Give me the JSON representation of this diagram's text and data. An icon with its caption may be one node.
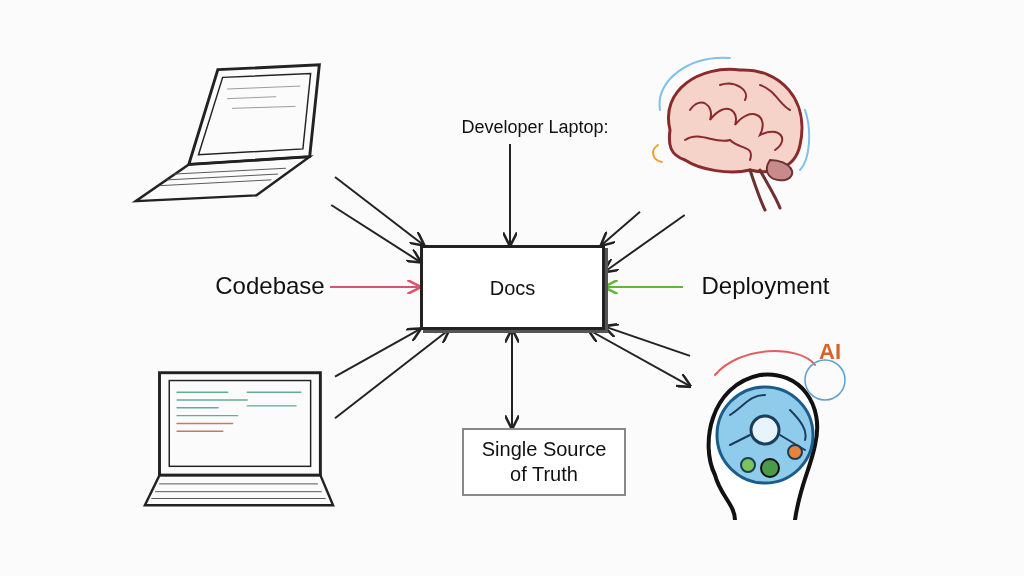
{
  "diagram": {
    "nodes": [
      {
        "text": [],
        "shape": "picture"
      },
      {
        "text": [
          "Developer Laptop:"
        ]
      },
      {
        "text": [],
        "shape": "picture"
      },
      {
        "text": [
          "Codebase"
        ]
      },
      {
        "text": [
          "Docs"
        ]
      },
      {
        "text": [
          "Deployment"
        ]
      },
      {
        "text": [],
        "shape": "picture"
      },
      {
        "text": [
          "Single Source of Truth"
        ]
      },
      {
        "text": [
          "AI"
        ]
      }
    ],
    "edges": [
      {
        "from": 0,
        "to": 4,
        "arrow": "to"
      },
      {
        "from": 0,
        "to": 4,
        "arrow": "to"
      },
      {
        "from": 1,
        "to": 4,
        "arrow": "to"
      },
      {
        "from": 2,
        "to": 4,
        "arrow": "to"
      },
      {
        "from": 2,
        "to": 4,
        "arrow": "to"
      },
      {
        "from": 3,
        "to": 4,
        "arrow": "to",
        "color": "#d9546e"
      },
      {
        "from": 5,
        "to": 4,
        "arrow": "to",
        "color": "#5fb83a"
      },
      {
        "from": 6,
        "to": 4,
        "arrow": "to"
      },
      {
        "from": 6,
        "to": 4,
        "arrow": "to"
      },
      {
        "from": 4,
        "to": 7,
        "arrow": "both"
      },
      {
        "from": 8,
        "to": 4,
        "arrow": "to"
      },
      {
        "from": 4,
        "to": 8,
        "arrow": "both"
      }
    ]
  }
}
